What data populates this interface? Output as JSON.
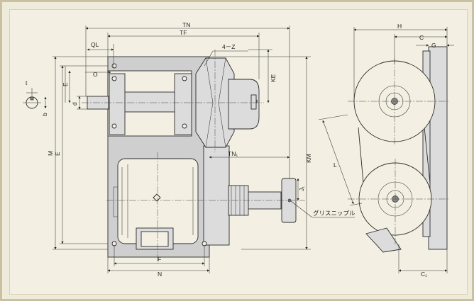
{
  "colors": {
    "background": "#efebda",
    "panel": "#f3f0e3",
    "body_fill": "#cfcfcf",
    "line": "#2a2a2a"
  },
  "labels": {
    "TN": "TN",
    "TF": "TF",
    "QL": "QL",
    "four_Z": "4－Z",
    "O": "O",
    "KE": "KE",
    "t": "t",
    "b": "b",
    "E1": "E",
    "d": "d",
    "M": "M",
    "E": "E",
    "TN1": "TN₁",
    "KM": "KM",
    "J1": "J₁",
    "grease_nipple": "グリスニップル",
    "F": "F",
    "N": "N",
    "H": "H",
    "C": "C",
    "G": "G",
    "L": "L",
    "C1": "C₁"
  }
}
